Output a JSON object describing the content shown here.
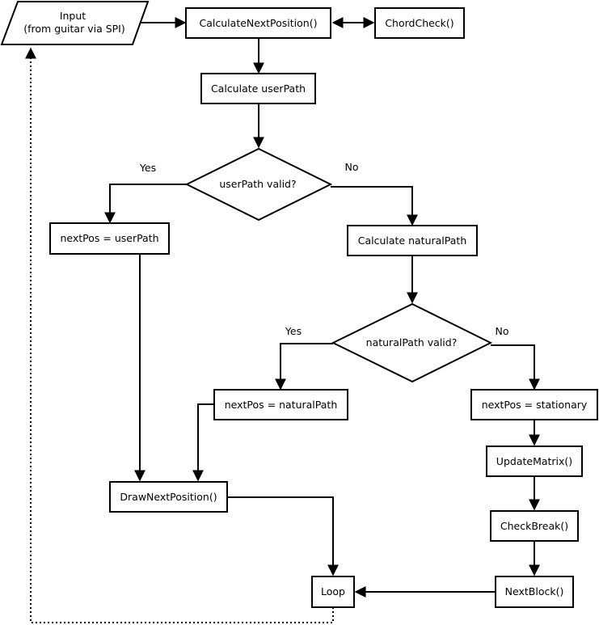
{
  "nodes": {
    "input_line1": "Input",
    "input_line2": "(from guitar via SPI)",
    "calc_next_position": "CalculateNextPosition()",
    "chord_check": "ChordCheck()",
    "calc_user_path": "Calculate userPath",
    "user_path_valid": "userPath valid?",
    "next_pos_user_path": "nextPos = userPath",
    "calc_natural_path": "Calculate naturalPath",
    "natural_path_valid": "naturalPath valid?",
    "next_pos_natural_path": "nextPos = naturalPath",
    "next_pos_stationary": "nextPos = stationary",
    "update_matrix": "UpdateMatrix()",
    "check_break": "CheckBreak()",
    "draw_next_position": "DrawNextPosition()",
    "next_block": "NextBlock()",
    "loop": "Loop"
  },
  "edge_labels": {
    "user_yes": "Yes",
    "user_no": "No",
    "natural_yes": "Yes",
    "natural_no": "No"
  }
}
